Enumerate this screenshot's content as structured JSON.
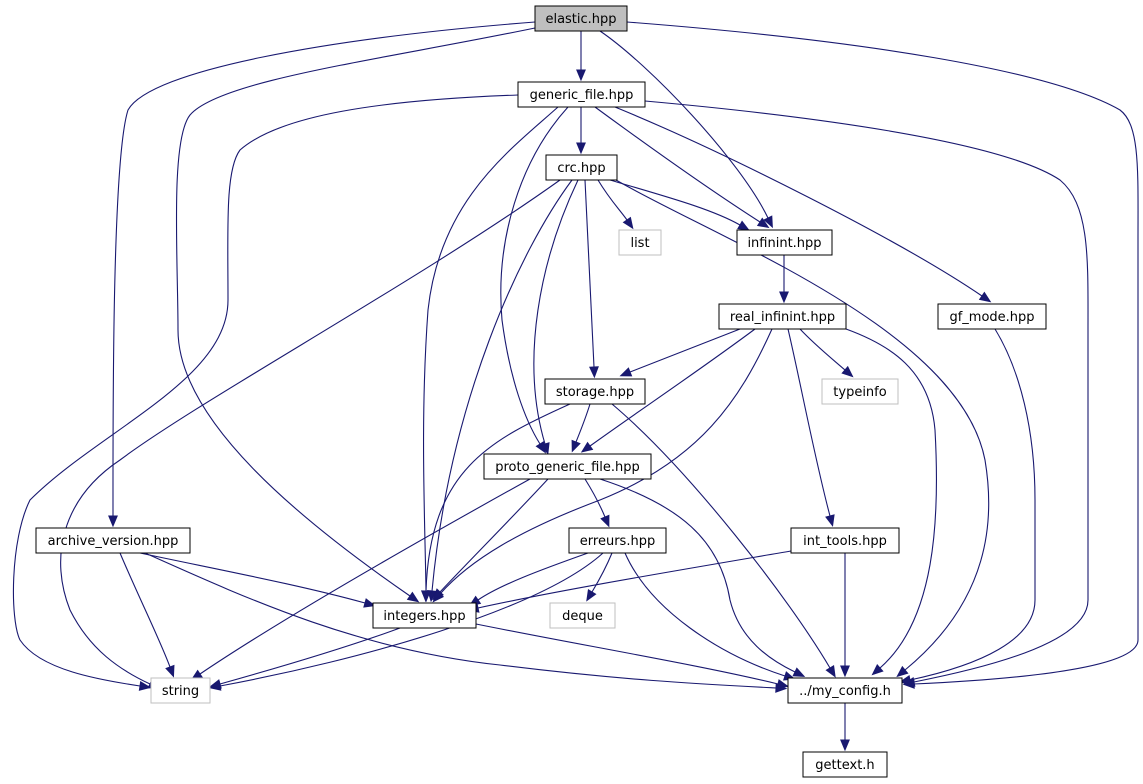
{
  "colors": {
    "edge": "#191970",
    "root_fill": "#bfbfbf",
    "node_fill": "#ffffff",
    "node_border": "#000000",
    "external_border": "#bfbfbf",
    "label": "#000000"
  },
  "graph": {
    "root": "elastic_hpp",
    "nodes": [
      {
        "id": "elastic_hpp",
        "label": "elastic.hpp",
        "kind": "root"
      },
      {
        "id": "generic_file_hpp",
        "label": "generic_file.hpp",
        "kind": "local"
      },
      {
        "id": "crc_hpp",
        "label": "crc.hpp",
        "kind": "local"
      },
      {
        "id": "list",
        "label": "list",
        "kind": "system"
      },
      {
        "id": "infinint_hpp",
        "label": "infinint.hpp",
        "kind": "local"
      },
      {
        "id": "real_infinint_hpp",
        "label": "real_infinint.hpp",
        "kind": "local"
      },
      {
        "id": "gf_mode_hpp",
        "label": "gf_mode.hpp",
        "kind": "local"
      },
      {
        "id": "storage_hpp",
        "label": "storage.hpp",
        "kind": "local"
      },
      {
        "id": "typeinfo",
        "label": "typeinfo",
        "kind": "system"
      },
      {
        "id": "proto_generic_file_hpp",
        "label": "proto_generic_file.hpp",
        "kind": "local"
      },
      {
        "id": "archive_version_hpp",
        "label": "archive_version.hpp",
        "kind": "local"
      },
      {
        "id": "erreurs_hpp",
        "label": "erreurs.hpp",
        "kind": "local"
      },
      {
        "id": "int_tools_hpp",
        "label": "int_tools.hpp",
        "kind": "local"
      },
      {
        "id": "integers_hpp",
        "label": "integers.hpp",
        "kind": "local"
      },
      {
        "id": "deque",
        "label": "deque",
        "kind": "system"
      },
      {
        "id": "string",
        "label": "string",
        "kind": "system"
      },
      {
        "id": "my_config_h",
        "label": "../my_config.h",
        "kind": "local"
      },
      {
        "id": "gettext_h",
        "label": "gettext.h",
        "kind": "local"
      }
    ],
    "edges": [
      {
        "from": "elastic_hpp",
        "to": "generic_file_hpp"
      },
      {
        "from": "elastic_hpp",
        "to": "infinint_hpp"
      },
      {
        "from": "elastic_hpp",
        "to": "archive_version_hpp"
      },
      {
        "from": "elastic_hpp",
        "to": "integers_hpp"
      },
      {
        "from": "elastic_hpp",
        "to": "my_config_h"
      },
      {
        "from": "generic_file_hpp",
        "to": "crc_hpp"
      },
      {
        "from": "generic_file_hpp",
        "to": "infinint_hpp"
      },
      {
        "from": "generic_file_hpp",
        "to": "gf_mode_hpp"
      },
      {
        "from": "generic_file_hpp",
        "to": "proto_generic_file_hpp"
      },
      {
        "from": "generic_file_hpp",
        "to": "integers_hpp"
      },
      {
        "from": "generic_file_hpp",
        "to": "string"
      },
      {
        "from": "generic_file_hpp",
        "to": "my_config_h"
      },
      {
        "from": "crc_hpp",
        "to": "list"
      },
      {
        "from": "crc_hpp",
        "to": "infinint_hpp"
      },
      {
        "from": "crc_hpp",
        "to": "storage_hpp"
      },
      {
        "from": "crc_hpp",
        "to": "proto_generic_file_hpp"
      },
      {
        "from": "crc_hpp",
        "to": "integers_hpp"
      },
      {
        "from": "crc_hpp",
        "to": "string"
      },
      {
        "from": "crc_hpp",
        "to": "my_config_h"
      },
      {
        "from": "infinint_hpp",
        "to": "real_infinint_hpp"
      },
      {
        "from": "real_infinint_hpp",
        "to": "storage_hpp"
      },
      {
        "from": "real_infinint_hpp",
        "to": "typeinfo"
      },
      {
        "from": "real_infinint_hpp",
        "to": "proto_generic_file_hpp"
      },
      {
        "from": "real_infinint_hpp",
        "to": "int_tools_hpp"
      },
      {
        "from": "real_infinint_hpp",
        "to": "integers_hpp"
      },
      {
        "from": "real_infinint_hpp",
        "to": "my_config_h"
      },
      {
        "from": "gf_mode_hpp",
        "to": "my_config_h"
      },
      {
        "from": "storage_hpp",
        "to": "proto_generic_file_hpp"
      },
      {
        "from": "storage_hpp",
        "to": "integers_hpp"
      },
      {
        "from": "storage_hpp",
        "to": "my_config_h"
      },
      {
        "from": "proto_generic_file_hpp",
        "to": "erreurs_hpp"
      },
      {
        "from": "proto_generic_file_hpp",
        "to": "integers_hpp"
      },
      {
        "from": "proto_generic_file_hpp",
        "to": "string"
      },
      {
        "from": "proto_generic_file_hpp",
        "to": "my_config_h"
      },
      {
        "from": "archive_version_hpp",
        "to": "integers_hpp"
      },
      {
        "from": "archive_version_hpp",
        "to": "string"
      },
      {
        "from": "archive_version_hpp",
        "to": "my_config_h"
      },
      {
        "from": "erreurs_hpp",
        "to": "deque"
      },
      {
        "from": "erreurs_hpp",
        "to": "integers_hpp"
      },
      {
        "from": "erreurs_hpp",
        "to": "string"
      },
      {
        "from": "erreurs_hpp",
        "to": "my_config_h"
      },
      {
        "from": "int_tools_hpp",
        "to": "integers_hpp"
      },
      {
        "from": "int_tools_hpp",
        "to": "my_config_h"
      },
      {
        "from": "integers_hpp",
        "to": "string"
      },
      {
        "from": "integers_hpp",
        "to": "my_config_h"
      },
      {
        "from": "my_config_h",
        "to": "gettext_h"
      }
    ]
  }
}
